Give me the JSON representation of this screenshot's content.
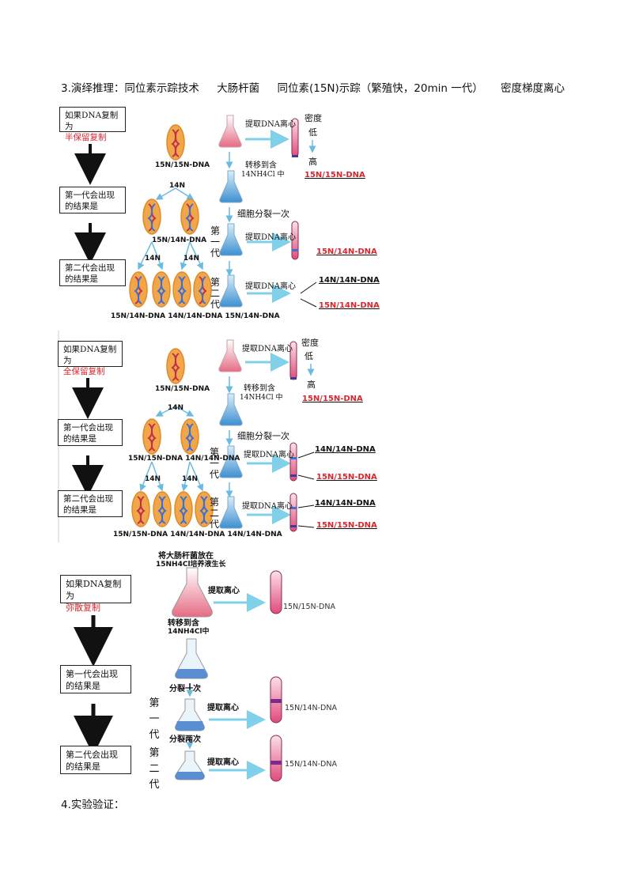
{
  "heading": {
    "part1": "3.演绎推理：同位素示踪技术",
    "part2": "大肠杆菌",
    "part3": "同位素(15N)示踪（繁殖快，20min 一代）",
    "part4": "密度梯度离心"
  },
  "footer": "4.实验验证：",
  "panel1": {
    "box1_line1": "如果DNA复制为",
    "box1_line2": "半保留复制",
    "box2_line1": "第一代会出现",
    "box2_line2": "的结果是",
    "box3_line1": "第二代会出现",
    "box3_line2": "的结果是",
    "parent_label": "15N/15N-DNA",
    "n14_top": "14N",
    "gen1_label": "15N/14N-DNA",
    "n14_left": "14N",
    "n14_right": "14N",
    "bottom_labels": "15N/14N-DNA 14N/14N-DNA 15N/14N-DNA",
    "extract1": "提取DNA离心",
    "density": "密度",
    "low": "低",
    "high": "高",
    "result0": "15N/15N-DNA",
    "transfer_line1": "转移到含",
    "transfer_line2": "14NH4Cl 中",
    "divide_once": "细胞分裂一次",
    "gen1_char1": "第",
    "gen1_char2": "一",
    "gen1_char3": "代",
    "extract2": "提取DNA离心",
    "result1": "15N/14N-DNA",
    "gen2_char1": "第",
    "gen2_char2": "二",
    "gen2_char3": "代",
    "extract3": "提取DNA离心",
    "result2a": "14N/14N-DNA",
    "result2b": "15N/14N-DNA"
  },
  "panel2": {
    "box1_line1": "如果DNA复制为",
    "box1_line2": "全保留复制",
    "box2_line1": "第一代会出现",
    "box2_line2": "的结果是",
    "box3_line1": "第二代会出现",
    "box3_line2": "的结果是",
    "parent_label": "15N/15N-DNA",
    "n14_top": "14N",
    "gen1_label": "15N/15N-DNA  14N/14N-DNA",
    "n14_left": "14N",
    "n14_right": "14N",
    "bottom_labels": "15N/15N-DNA 14N/14N-DNA 14N/14N-DNA",
    "extract1": "提取DNA离心",
    "density": "密度",
    "low": "低",
    "high": "高",
    "result0": "15N/15N-DNA",
    "transfer_line1": "转移到含",
    "transfer_line2": "14NH4Cl 中",
    "divide_once": "细胞分裂一次",
    "gen1_char1": "第",
    "gen1_char2": "一",
    "gen1_char3": "代",
    "extract2": "提取DNA离心",
    "result1a": "14N/14N-DNA",
    "result1b": "15N/15N-DNA",
    "gen2_char1": "第",
    "gen2_char2": "二",
    "gen2_char3": "代",
    "extract3": "提取DNA离心",
    "result2a": "14N/14N-DNA",
    "result2b": "15N/15N-DNA"
  },
  "panel3": {
    "box1_line1": "如果DNA复制为",
    "box1_line2": "弥散复制",
    "box2_line1": "第一代会出现",
    "box2_line2": "的结果是",
    "box3_line1": "第二代会出现",
    "box3_line2": "的结果是",
    "top_line1": "将大肠杆菌放在",
    "top_line2": "15NH4Cl培养液生长",
    "extract1": "提取离心",
    "result0": "15N/15N-DNA",
    "transfer_line1": "转移到含",
    "transfer_line2": "14NH4Cl中",
    "divide_once": "分裂一次",
    "gen1_char1": "第",
    "gen1_char2": "一",
    "gen1_char3": "代",
    "extract2": "提取离心",
    "result1": "15N/14N-DNA",
    "divide_twice": "分裂两次",
    "gen2_char1": "第",
    "gen2_char2": "二",
    "gen2_char3": "代",
    "extract3": "提取离心",
    "result2": "15N/14N-DNA"
  },
  "colors": {
    "accent_red": "#d8262c",
    "tube_pink": "#e04a7a",
    "flask_blue": "#5aa8dc",
    "arrow_cyan": "#7fd0e8",
    "bacteria_orange": "#f2a64a"
  }
}
